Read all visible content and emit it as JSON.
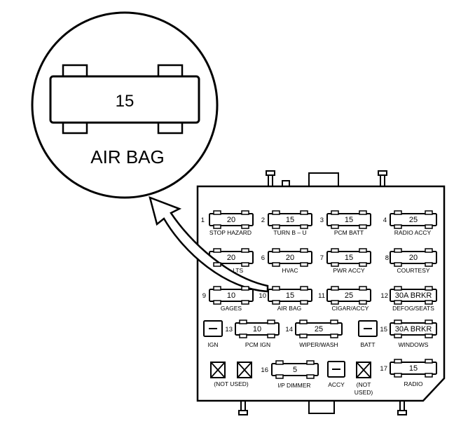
{
  "callout": {
    "fuse_rating": "15",
    "fuse_name": "AIR BAG"
  },
  "fuses": [
    {
      "slot": "1",
      "rating": "20",
      "label": "STOP HAZARD"
    },
    {
      "slot": "2",
      "rating": "15",
      "label": "TURN B – U"
    },
    {
      "slot": "3",
      "rating": "15",
      "label": "PCM BATT"
    },
    {
      "slot": "4",
      "rating": "25",
      "label": "RADIO ACCY"
    },
    {
      "slot": "5",
      "rating": "20",
      "label": "TAIL LTS"
    },
    {
      "slot": "6",
      "rating": "20",
      "label": "HVAC"
    },
    {
      "slot": "7",
      "rating": "15",
      "label": "PWR ACCY"
    },
    {
      "slot": "8",
      "rating": "20",
      "label": "COURTESY"
    },
    {
      "slot": "9",
      "rating": "10",
      "label": "GAGES"
    },
    {
      "slot": "10",
      "rating": "15",
      "label": "AIR BAG"
    },
    {
      "slot": "11",
      "rating": "25",
      "label": "CIGAR/ACCY"
    },
    {
      "slot": "12",
      "rating": "30A BRKR",
      "label": "DEFOG/SEATS"
    },
    {
      "slot": "13",
      "rating": "10",
      "label": "PCM IGN"
    },
    {
      "slot": "14",
      "rating": "25",
      "label": "WIPER/WASH"
    },
    {
      "slot": "15",
      "rating": "30A BRKR",
      "label": "WINDOWS"
    },
    {
      "slot": "16",
      "rating": "5",
      "label": "I/P DIMMER"
    },
    {
      "slot": "17",
      "rating": "15",
      "label": "RADIO"
    }
  ],
  "relays": [
    {
      "label": "IGN"
    },
    {
      "label": "BATT"
    },
    {
      "label": "ACCY"
    }
  ],
  "unused": {
    "label_left": "(NOT USED)",
    "label_right_line1": "(NOT",
    "label_right_line2": "USED)"
  }
}
